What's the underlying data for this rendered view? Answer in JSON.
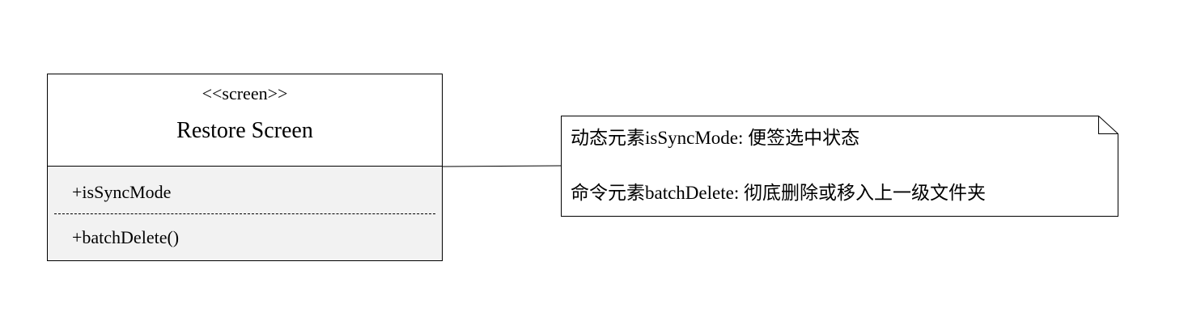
{
  "class": {
    "stereotype": "<<screen>>",
    "name": "Restore Screen",
    "attribute": "+isSyncMode",
    "operation": "+batchDelete()"
  },
  "note": {
    "line1": "动态元素isSyncMode:  便签选中状态",
    "line2": "命令元素batchDelete:  彻底删除或移入上一级文件夹"
  },
  "colors": {
    "line": "#000000",
    "background": "#ffffff",
    "compartment_fill": "#f2f2f2"
  }
}
